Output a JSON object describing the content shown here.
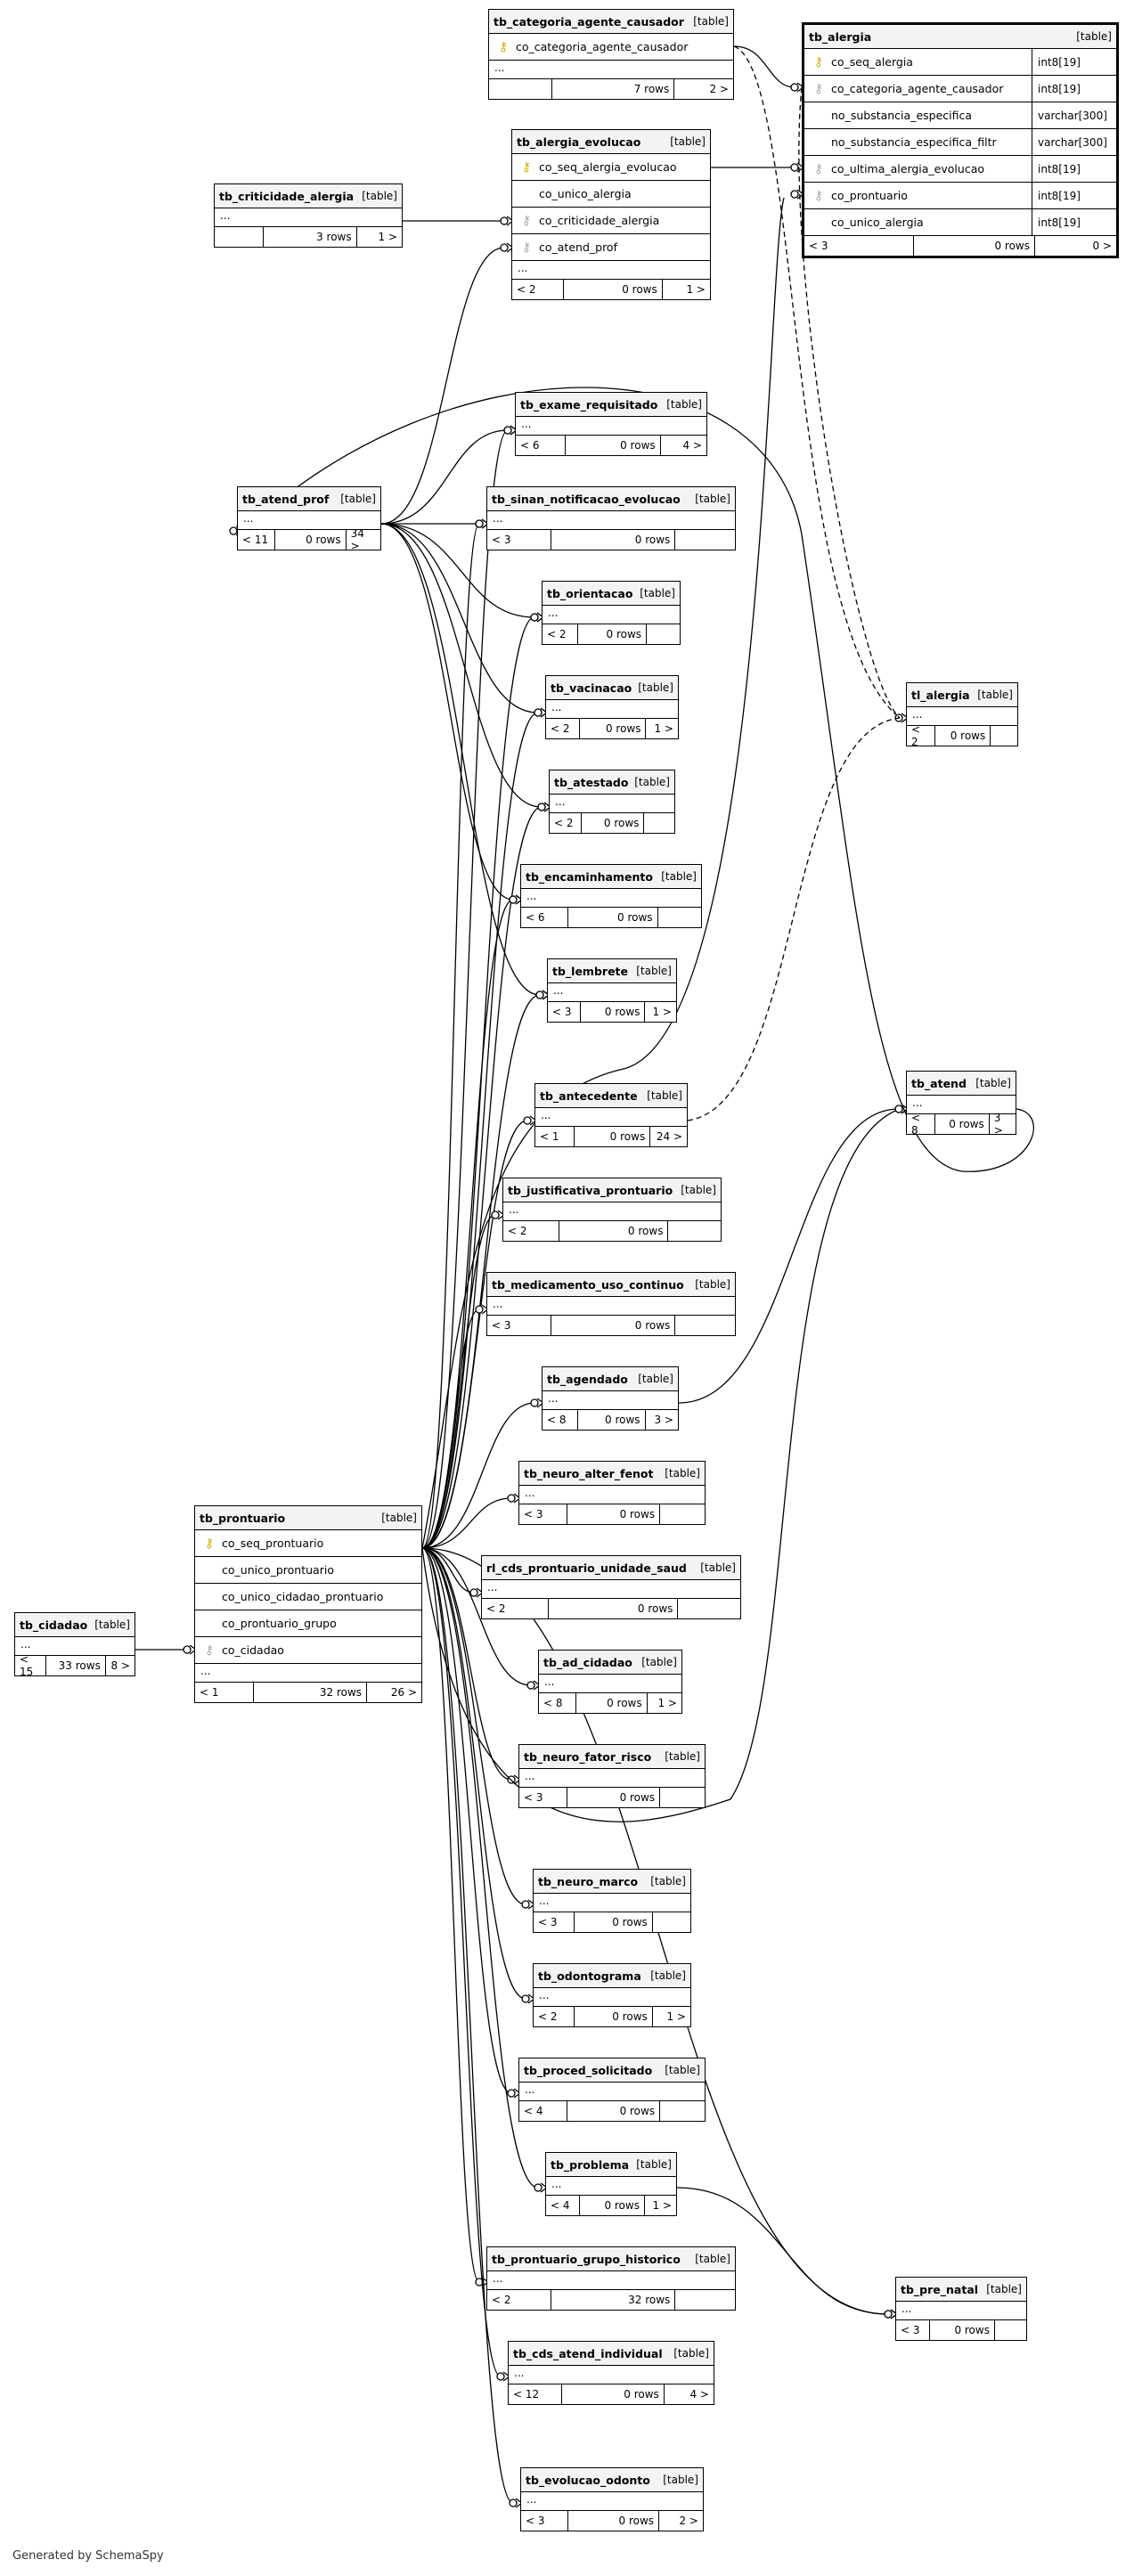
{
  "type_label": "[table]",
  "footer": "Generated by SchemaSpy",
  "colors": {
    "border": "#000000",
    "header_bg": "#f3f3f3",
    "pk_icon": "#d4b000",
    "fk_icon": "#aaaaaa",
    "line": "#000000"
  },
  "tables": [
    {
      "id": "tb_categoria_agente_causador",
      "name": "tb_categoria_agente_causador",
      "columns": [
        {
          "name": "co_categoria_agente_causador",
          "key": "pk"
        }
      ],
      "ellipsis": "...",
      "footer": {
        "parents": "",
        "rows": "7 rows",
        "children": "2 >"
      }
    },
    {
      "id": "tb_alergia",
      "name": "tb_alergia",
      "main": true,
      "columns": [
        {
          "name": "co_seq_alergia",
          "type": "int8[19]",
          "key": "pk"
        },
        {
          "name": "co_categoria_agente_causador",
          "type": "int8[19]",
          "key": "fk"
        },
        {
          "name": "no_substancia_especifica",
          "type": "varchar[300]",
          "key": ""
        },
        {
          "name": "no_substancia_especifica_filtr",
          "type": "varchar[300]",
          "key": ""
        },
        {
          "name": "co_ultima_alergia_evolucao",
          "type": "int8[19]",
          "key": "fk"
        },
        {
          "name": "co_prontuario",
          "type": "int8[19]",
          "key": "fk"
        },
        {
          "name": "co_unico_alergia",
          "type": "int8[19]",
          "key": ""
        }
      ],
      "footer": {
        "parents": "< 3",
        "rows": "0 rows",
        "children": "0 >"
      }
    },
    {
      "id": "tb_alergia_evolucao",
      "name": "tb_alergia_evolucao",
      "columns": [
        {
          "name": "co_seq_alergia_evolucao",
          "key": "pk"
        },
        {
          "name": "co_unico_alergia",
          "key": ""
        },
        {
          "name": "co_criticidade_alergia",
          "key": "fk"
        },
        {
          "name": "co_atend_prof",
          "key": "fk"
        }
      ],
      "ellipsis": "...",
      "footer": {
        "parents": "< 2",
        "rows": "0 rows",
        "children": "1 >"
      }
    },
    {
      "id": "tb_criticidade_alergia",
      "name": "tb_criticidade_alergia",
      "columns": [],
      "ellipsis": "...",
      "footer": {
        "parents": "",
        "rows": "3 rows",
        "children": "1 >"
      }
    },
    {
      "id": "tb_exame_requisitado",
      "name": "tb_exame_requisitado",
      "columns": [],
      "ellipsis": "...",
      "footer": {
        "parents": "< 6",
        "rows": "0 rows",
        "children": "4 >"
      }
    },
    {
      "id": "tb_atend_prof",
      "name": "tb_atend_prof",
      "columns": [],
      "ellipsis": "...",
      "footer": {
        "parents": "< 11",
        "rows": "0 rows",
        "children": "34 >"
      }
    },
    {
      "id": "tb_sinan_notificacao_evolucao",
      "name": "tb_sinan_notificacao_evolucao",
      "columns": [],
      "ellipsis": "...",
      "footer": {
        "parents": "< 3",
        "rows": "0 rows",
        "children": ""
      }
    },
    {
      "id": "tb_orientacao",
      "name": "tb_orientacao",
      "columns": [],
      "ellipsis": "...",
      "footer": {
        "parents": "< 2",
        "rows": "0 rows",
        "children": ""
      }
    },
    {
      "id": "tb_vacinacao",
      "name": "tb_vacinacao",
      "columns": [],
      "ellipsis": "...",
      "footer": {
        "parents": "< 2",
        "rows": "0 rows",
        "children": "1 >"
      }
    },
    {
      "id": "tl_alergia",
      "name": "tl_alergia",
      "columns": [],
      "ellipsis": "...",
      "footer": {
        "parents": "< 2",
        "rows": "0 rows",
        "children": ""
      }
    },
    {
      "id": "tb_atestado",
      "name": "tb_atestado",
      "columns": [],
      "ellipsis": "...",
      "footer": {
        "parents": "< 2",
        "rows": "0 rows",
        "children": ""
      }
    },
    {
      "id": "tb_encaminhamento",
      "name": "tb_encaminhamento",
      "columns": [],
      "ellipsis": "...",
      "footer": {
        "parents": "< 6",
        "rows": "0 rows",
        "children": ""
      }
    },
    {
      "id": "tb_lembrete",
      "name": "tb_lembrete",
      "columns": [],
      "ellipsis": "...",
      "footer": {
        "parents": "< 3",
        "rows": "0 rows",
        "children": "1 >"
      }
    },
    {
      "id": "tb_atend",
      "name": "tb_atend",
      "columns": [],
      "ellipsis": "...",
      "footer": {
        "parents": "< 8",
        "rows": "0 rows",
        "children": "3 >"
      }
    },
    {
      "id": "tb_antecedente",
      "name": "tb_antecedente",
      "columns": [],
      "ellipsis": "...",
      "footer": {
        "parents": "< 1",
        "rows": "0 rows",
        "children": "24 >"
      }
    },
    {
      "id": "tb_justificativa_prontuario",
      "name": "tb_justificativa_prontuario",
      "columns": [],
      "ellipsis": "...",
      "footer": {
        "parents": "< 2",
        "rows": "0 rows",
        "children": ""
      }
    },
    {
      "id": "tb_medicamento_uso_continuo",
      "name": "tb_medicamento_uso_continuo",
      "columns": [],
      "ellipsis": "...",
      "footer": {
        "parents": "< 3",
        "rows": "0 rows",
        "children": ""
      }
    },
    {
      "id": "tb_agendado",
      "name": "tb_agendado",
      "columns": [],
      "ellipsis": "...",
      "footer": {
        "parents": "< 8",
        "rows": "0 rows",
        "children": "3 >"
      }
    },
    {
      "id": "tb_neuro_alter_fenot",
      "name": "tb_neuro_alter_fenot",
      "columns": [],
      "ellipsis": "...",
      "footer": {
        "parents": "< 3",
        "rows": "0 rows",
        "children": ""
      }
    },
    {
      "id": "tb_prontuario",
      "name": "tb_prontuario",
      "columns": [
        {
          "name": "co_seq_prontuario",
          "key": "pk"
        },
        {
          "name": "co_unico_prontuario",
          "key": ""
        },
        {
          "name": "co_unico_cidadao_prontuario",
          "key": ""
        },
        {
          "name": "co_prontuario_grupo",
          "key": ""
        },
        {
          "name": "co_cidadao",
          "key": "fk"
        }
      ],
      "ellipsis": "...",
      "footer": {
        "parents": "< 1",
        "rows": "32 rows",
        "children": "26 >"
      }
    },
    {
      "id": "rl_cds_prontuario_unidade_saud",
      "name": "rl_cds_prontuario_unidade_saud",
      "columns": [],
      "ellipsis": "...",
      "footer": {
        "parents": "< 2",
        "rows": "0 rows",
        "children": ""
      }
    },
    {
      "id": "tb_cidadao",
      "name": "tb_cidadao",
      "columns": [],
      "ellipsis": "...",
      "footer": {
        "parents": "< 15",
        "rows": "33 rows",
        "children": "8 >"
      }
    },
    {
      "id": "tb_ad_cidadao",
      "name": "tb_ad_cidadao",
      "columns": [],
      "ellipsis": "...",
      "footer": {
        "parents": "< 8",
        "rows": "0 rows",
        "children": "1 >"
      }
    },
    {
      "id": "tb_neuro_fator_risco",
      "name": "tb_neuro_fator_risco",
      "columns": [],
      "ellipsis": "...",
      "footer": {
        "parents": "< 3",
        "rows": "0 rows",
        "children": ""
      }
    },
    {
      "id": "tb_neuro_marco",
      "name": "tb_neuro_marco",
      "columns": [],
      "ellipsis": "...",
      "footer": {
        "parents": "< 3",
        "rows": "0 rows",
        "children": ""
      }
    },
    {
      "id": "tb_odontograma",
      "name": "tb_odontograma",
      "columns": [],
      "ellipsis": "...",
      "footer": {
        "parents": "< 2",
        "rows": "0 rows",
        "children": "1 >"
      }
    },
    {
      "id": "tb_proced_solicitado",
      "name": "tb_proced_solicitado",
      "columns": [],
      "ellipsis": "...",
      "footer": {
        "parents": "< 4",
        "rows": "0 rows",
        "children": ""
      }
    },
    {
      "id": "tb_problema",
      "name": "tb_problema",
      "columns": [],
      "ellipsis": "...",
      "footer": {
        "parents": "< 4",
        "rows": "0 rows",
        "children": "1 >"
      }
    },
    {
      "id": "tb_prontuario_grupo_historico",
      "name": "tb_prontuario_grupo_historico",
      "columns": [],
      "ellipsis": "...",
      "footer": {
        "parents": "< 2",
        "rows": "32 rows",
        "children": ""
      }
    },
    {
      "id": "tb_pre_natal",
      "name": "tb_pre_natal",
      "columns": [],
      "ellipsis": "...",
      "footer": {
        "parents": "< 3",
        "rows": "0 rows",
        "children": ""
      }
    },
    {
      "id": "tb_cds_atend_individual",
      "name": "tb_cds_atend_individual",
      "columns": [],
      "ellipsis": "...",
      "footer": {
        "parents": "< 12",
        "rows": "0 rows",
        "children": "4 >"
      }
    },
    {
      "id": "tb_evolucao_odonto",
      "name": "tb_evolucao_odonto",
      "columns": [],
      "ellipsis": "...",
      "footer": {
        "parents": "< 3",
        "rows": "0 rows",
        "children": "2 >"
      }
    }
  ]
}
